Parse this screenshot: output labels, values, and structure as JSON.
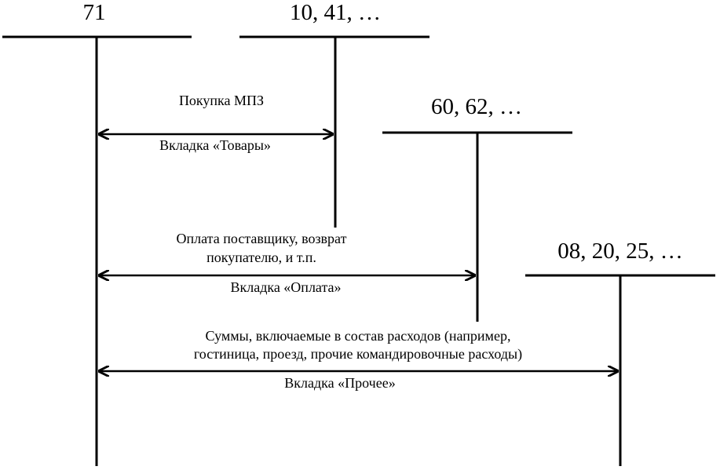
{
  "accounts": {
    "a71": "71",
    "a10_41": "10, 41, …",
    "a60_62": "60, 62, …",
    "a08_20_25": "08, 20, 25, …"
  },
  "flows": {
    "goods": {
      "above": "Покупка МПЗ",
      "below": "Вкладка «Товары»"
    },
    "payment": {
      "above_line1": "Оплата поставщику, возврат",
      "above_line2": "покупателю, и т.п.",
      "below": "Вкладка «Оплата»"
    },
    "other": {
      "above_line1": "Суммы, включаемые в состав расходов (например,",
      "above_line2": "гостиница, проезд, прочие командировочные расходы)",
      "below": "Вкладка «Прочее»"
    }
  }
}
